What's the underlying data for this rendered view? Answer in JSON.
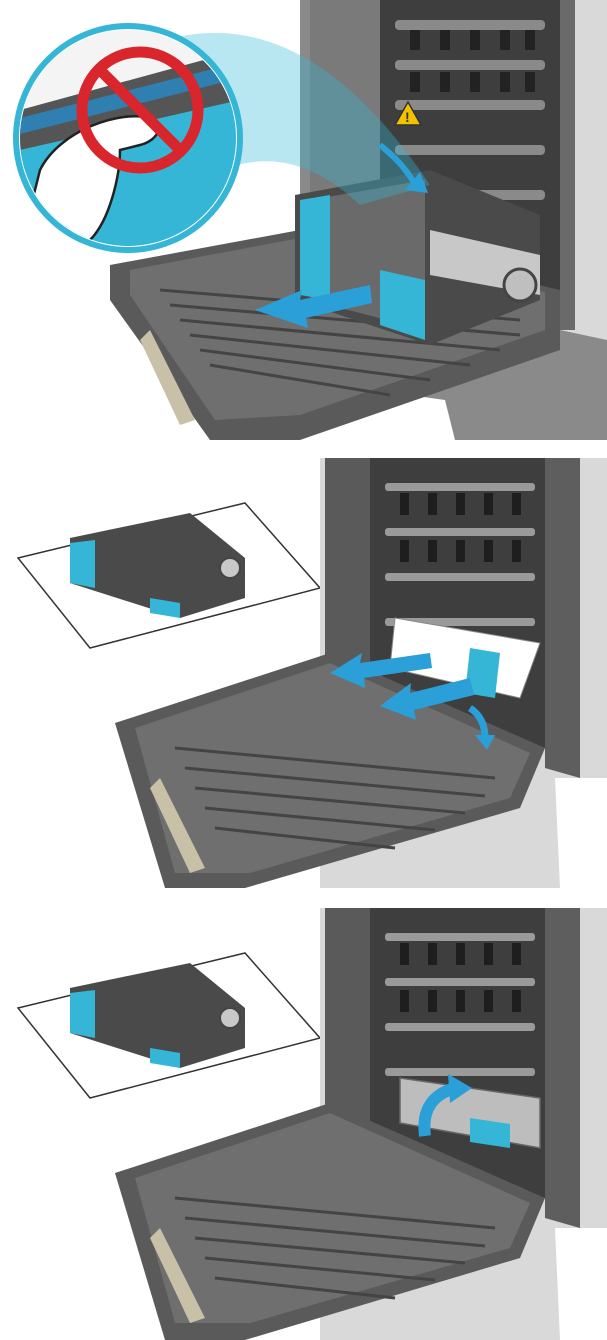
{
  "figure": {
    "steps": [
      {
        "id": "step1",
        "subject": "remove-duplex-unit",
        "callout_icon": "prohibited-touch-icon",
        "arrow_icon": "arrow-left-icon",
        "accent": "#35b6d6"
      },
      {
        "id": "step2",
        "subject": "remove-jammed-paper",
        "arrow_icon": "arrow-left-icon",
        "secondary_icon": "curved-arrow-down-icon",
        "accent": "#35b6d6"
      },
      {
        "id": "step3",
        "subject": "close-paper-guide",
        "arrow_icon": "curved-arrow-up-icon",
        "accent": "#35b6d6"
      }
    ],
    "colors": {
      "body_dark": "#4a4a4a",
      "body_mid": "#6e6e6e",
      "body_light": "#9a9a9a",
      "panel_light": "#d9d9d9",
      "accent_blue": "#35b6d6",
      "arrow_blue": "#2a9fd8",
      "warning_yellow": "#f2c200",
      "prohibit_red": "#d8262c"
    }
  }
}
